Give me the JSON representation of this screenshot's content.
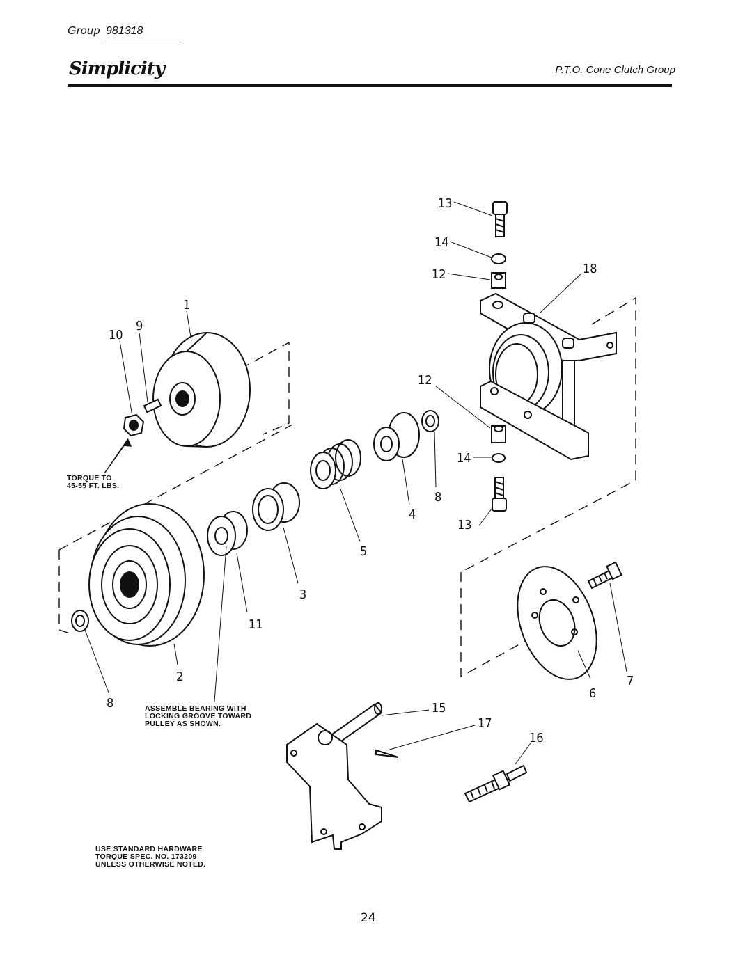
{
  "header": {
    "group_label": "Group",
    "group_number": "981318",
    "brand": "Simplicity",
    "section_title": "P.T.O. Cone Clutch Group"
  },
  "notes": {
    "torque": [
      "TORQUE TO",
      "45-55 FT. LBS."
    ],
    "bearing": [
      "ASSEMBLE BEARING WITH",
      "LOCKING GROOVE TOWARD",
      "PULLEY AS SHOWN."
    ],
    "hardware": [
      "USE STANDARD HARDWARE",
      "TORQUE SPEC. NO. 173209",
      "UNLESS OTHERWISE NOTED."
    ]
  },
  "callouts": {
    "c1": "1",
    "c2": "2",
    "c3": "3",
    "c4": "4",
    "c5": "5",
    "c6": "6",
    "c7": "7",
    "c8a": "8",
    "c8b": "8",
    "c9": "9",
    "c10": "10",
    "c11": "11",
    "c12a": "12",
    "c12b": "12",
    "c13a": "13",
    "c13b": "13",
    "c14a": "14",
    "c14b": "14",
    "c15": "15",
    "c16": "16",
    "c17": "17",
    "c18": "18"
  },
  "footer": {
    "page_number": "24"
  }
}
